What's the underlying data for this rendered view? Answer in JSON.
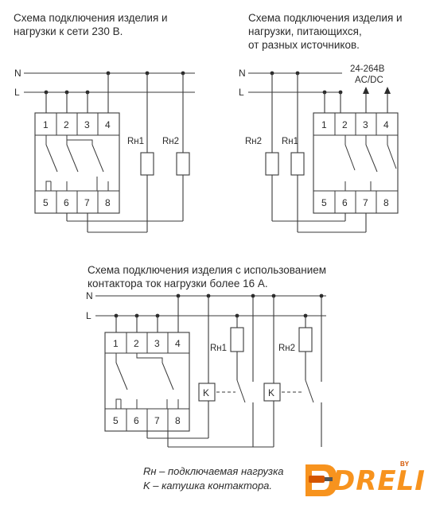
{
  "captions": {
    "scheme1": [
      "Схема подключения изделия и",
      "нагрузки к сети 230 В."
    ],
    "scheme2": [
      "Схема подключения изделия и",
      "нагрузки, питающихся,",
      "от разных источников."
    ],
    "scheme3": [
      "Схема подключения изделия с использованием",
      "контактора ток нагрузки более 16 А."
    ]
  },
  "lines": {
    "neutral": "N",
    "live": "L"
  },
  "terminals": [
    "1",
    "2",
    "3",
    "4",
    "5",
    "6",
    "7",
    "8"
  ],
  "loads": {
    "load1": "Rн1",
    "load2": "Rн2"
  },
  "coil_label": "K",
  "supply_label": [
    "24-264В",
    "AC/DC"
  ],
  "legend": {
    "load": "Rн – подключаемая нагрузка",
    "coil": "K – катушка контактора."
  },
  "logo": {
    "text": "DRELI",
    "suffix": "BY"
  },
  "colors": {
    "line": "#3a3a3a",
    "text": "#2b2b2b",
    "logo_orange": "#f7931e",
    "logo_dark": "#d45500"
  }
}
